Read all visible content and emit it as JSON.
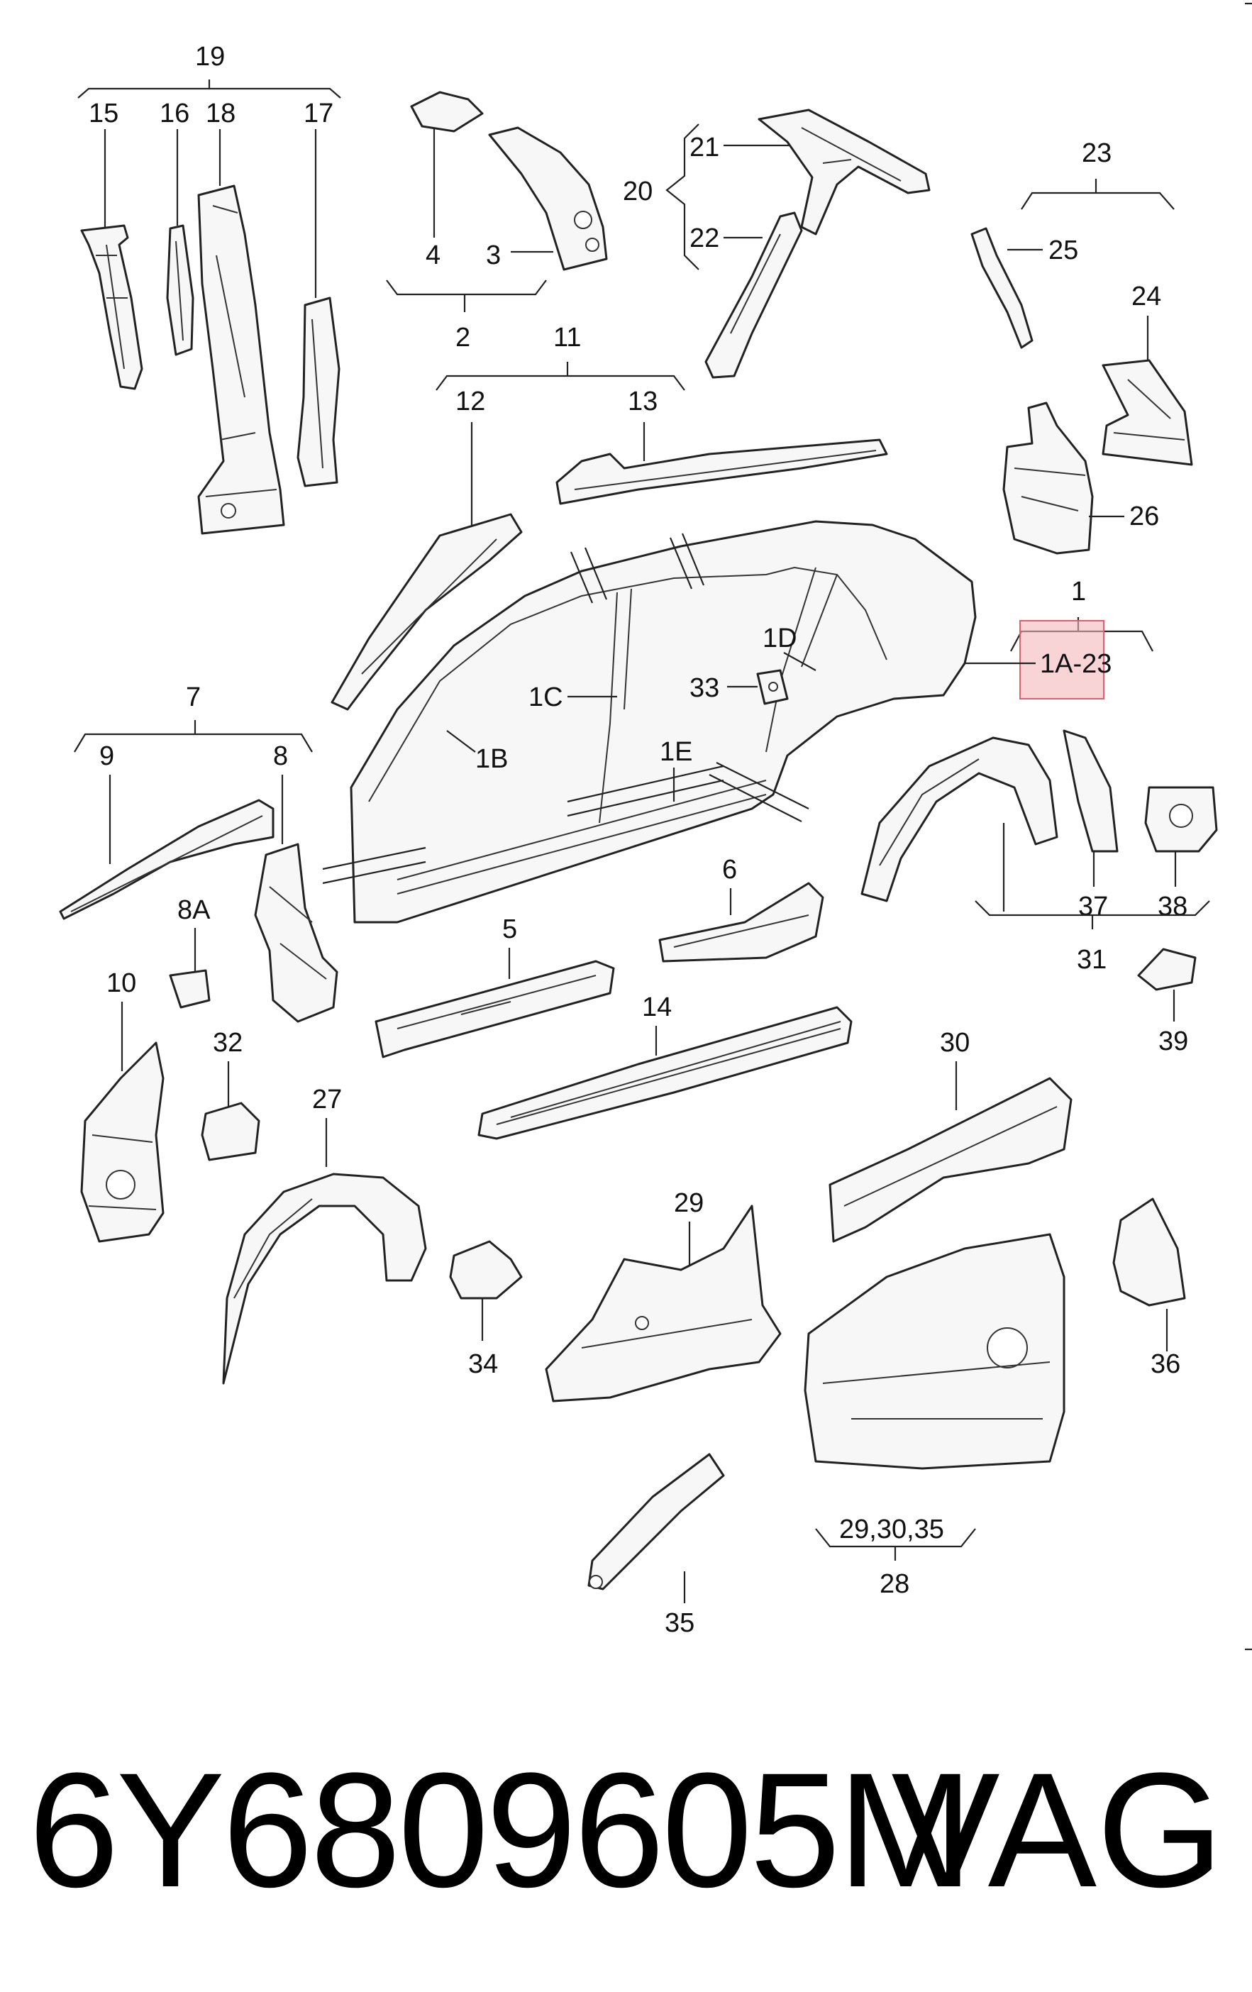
{
  "callouts": {
    "c19": "19",
    "c15": "15",
    "c16": "16",
    "c18": "18",
    "c17": "17",
    "c4": "4",
    "c3": "3",
    "c2": "2",
    "c20": "20",
    "c21": "21",
    "c22": "22",
    "c23": "23",
    "c25": "25",
    "c24": "24",
    "c26": "26",
    "c11": "11",
    "c12": "12",
    "c13": "13",
    "c1": "1",
    "c1a": "1A-23",
    "c1b": "1B",
    "c1c": "1C",
    "c1d": "1D",
    "c1e": "1E",
    "c33": "33",
    "c7": "7",
    "c9": "9",
    "c8": "8",
    "c8a": "8A",
    "c10": "10",
    "c5": "5",
    "c6": "6",
    "c14": "14",
    "c32": "32",
    "c27": "27",
    "c34": "34",
    "c29": "29",
    "c30": "30",
    "c35": "35",
    "c36": "36",
    "c31": "31",
    "c37": "37",
    "c38": "38",
    "c39": "39",
    "c29_30_35": "29,30,35",
    "c28": "28"
  },
  "highlight_color": "#f4b8bd",
  "footer": {
    "part_number": "6Y6809605M",
    "brand": "VAG"
  }
}
